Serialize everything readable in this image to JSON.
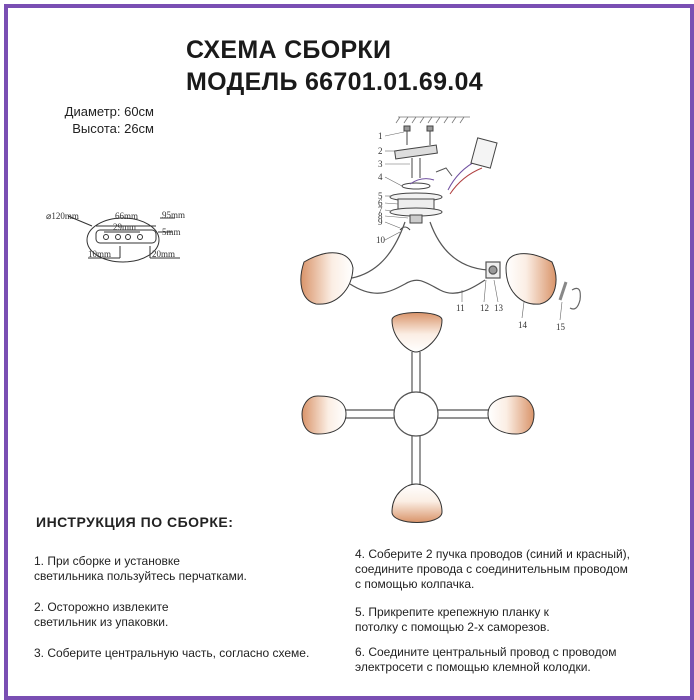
{
  "title": {
    "line1": "СХЕМА СБОРКИ",
    "line2": "МОДЕЛЬ 66701.01.69.04"
  },
  "dimensions": {
    "diameter": "Диаметр: 60см",
    "height": "Высота: 26см"
  },
  "detail": {
    "outer": "⌀120mm",
    "d66": "66mm",
    "d95": "95mm",
    "d29": "29mm",
    "d5": "5mm",
    "d10": "10mm",
    "d20": "20mm"
  },
  "parts": {
    "n1": "1",
    "n2": "2",
    "n3": "3",
    "n4": "4",
    "n5": "5",
    "n6": "6",
    "n7": "7",
    "n8": "8",
    "n9": "9",
    "n10": "10",
    "n11": "11",
    "n12": "12",
    "n13": "13",
    "n14": "14",
    "n15": "15"
  },
  "instructions": {
    "heading": "ИНСТРУКЦИЯ ПО СБОРКЕ:",
    "step1": [
      "1. При сборке и установке",
      "светильника пользуйтесь перчатками."
    ],
    "step2": [
      "2. Осторожно извлеките",
      "светильник из упаковки."
    ],
    "step3": [
      "3. Соберите центральную часть, согласно схеме."
    ],
    "step4": [
      "4. Соберите 2 пучка проводов (синий и красный),",
      "соедините провода с соединительным проводом",
      "с помощью колпачка."
    ],
    "step5": [
      "5. Прикрепите крепежную планку к",
      "потолку с помощью 2-х саморезов."
    ],
    "step6": [
      "6. Соедините центральный провод с проводом",
      "электросети с помощью клемной колодки."
    ]
  },
  "colors": {
    "frame": "#7a4fb3",
    "shade_top": "#ffffff",
    "shade_bottom": "#e0a47c"
  }
}
